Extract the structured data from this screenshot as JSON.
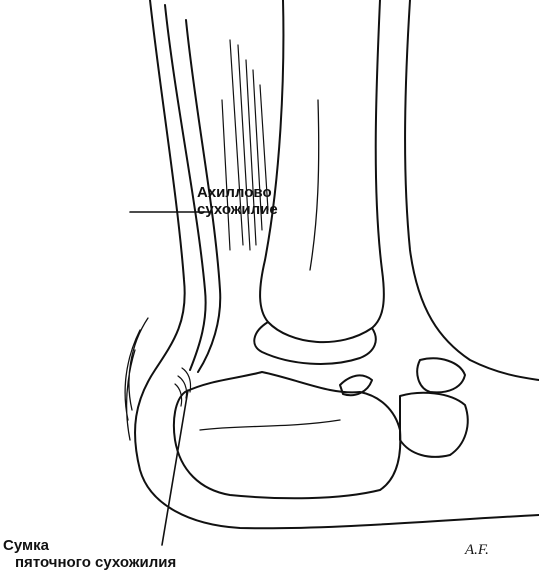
{
  "labels": {
    "achilles_tendon": {
      "line1": "Ахиллово",
      "line2": "сухожилие"
    },
    "bursa": {
      "line1": "Сумка",
      "line2": "пяточного сухожилия"
    }
  },
  "signature": "A.F.",
  "colors": {
    "ink": "#111111",
    "background": "#ffffff"
  }
}
